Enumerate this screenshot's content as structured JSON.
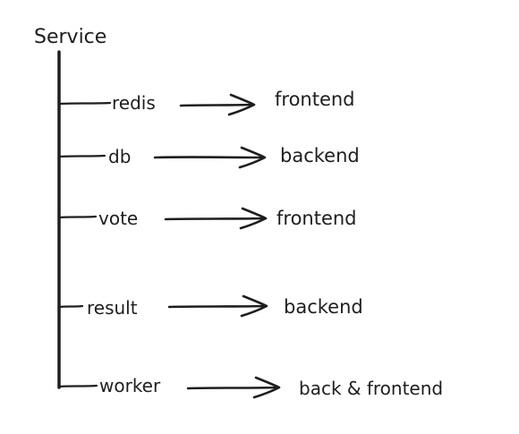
{
  "diagram": {
    "root": "Service",
    "items": [
      {
        "name": "redis",
        "target": "frontend"
      },
      {
        "name": "db",
        "target": "backend"
      },
      {
        "name": "vote",
        "target": "frontend"
      },
      {
        "name": "result",
        "target": "backend"
      },
      {
        "name": "worker",
        "target": "back & frontend"
      }
    ],
    "colors": {
      "ink": "#1e1e1e",
      "background": "#ffffff"
    }
  }
}
